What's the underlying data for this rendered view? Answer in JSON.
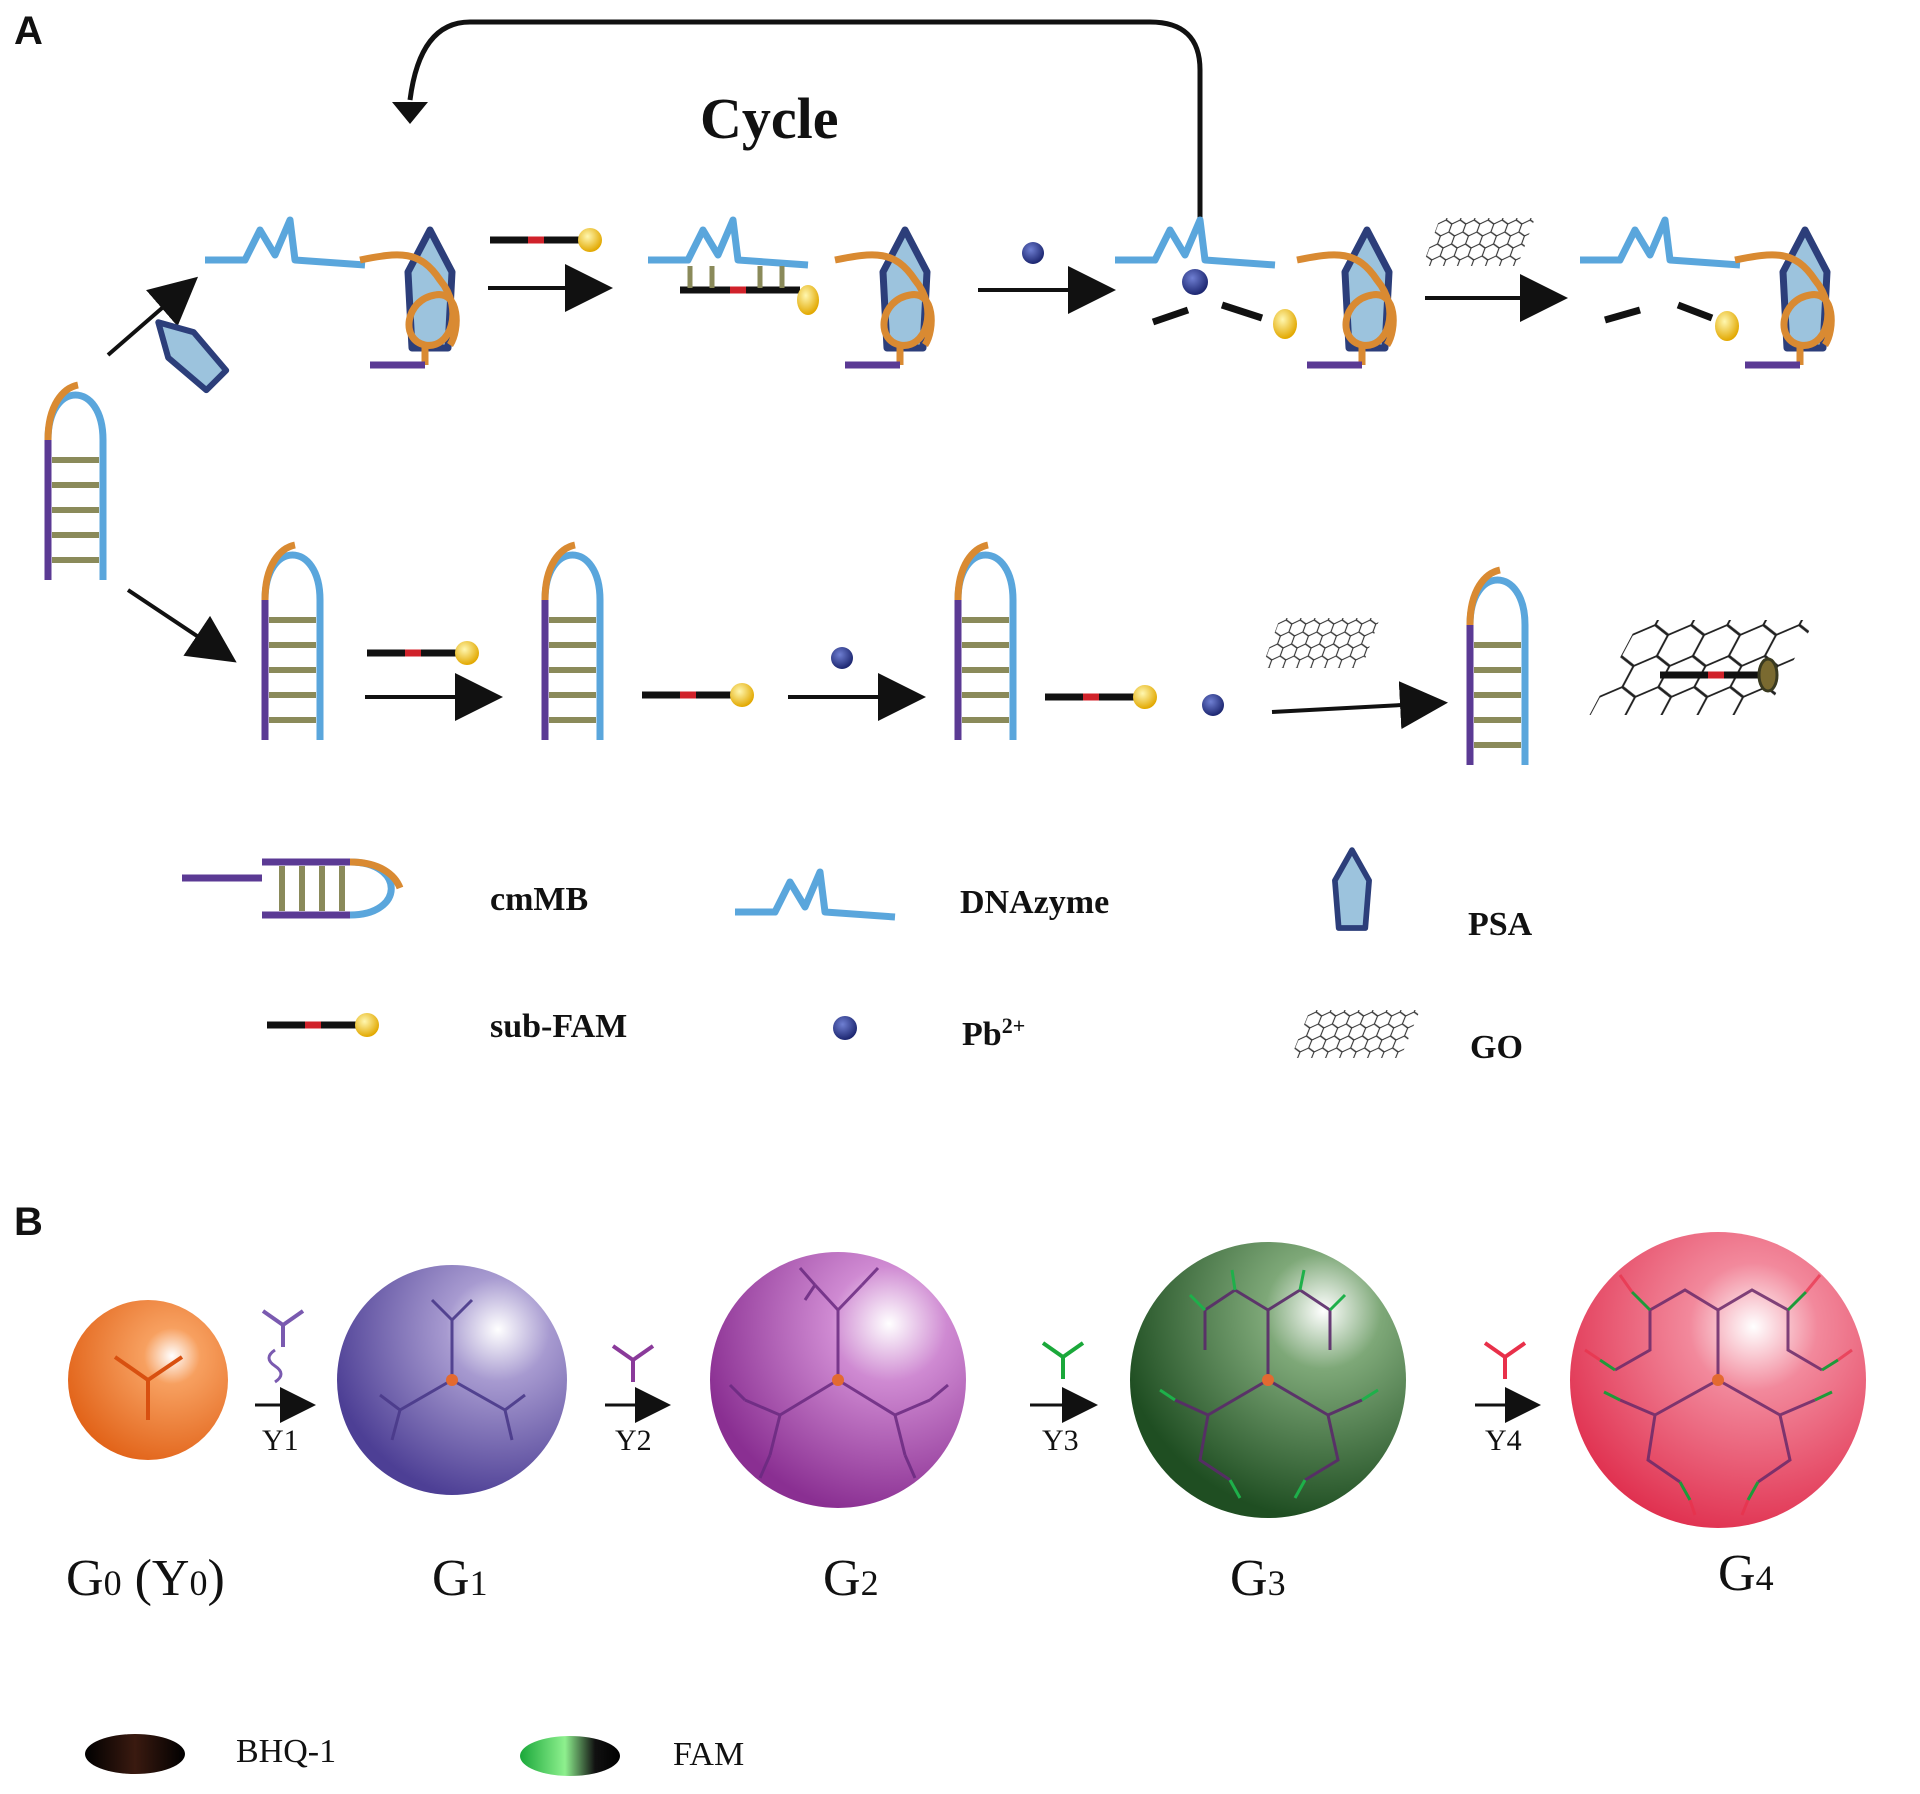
{
  "panels": {
    "a": "A",
    "b": "B"
  },
  "panel_a": {
    "cycle_label": "Cycle",
    "legend": {
      "cmmb": "cmMB",
      "dnazyme": "DNAzyme",
      "psa": "PSA",
      "sub_fam": "sub-FAM",
      "pb": "Pb",
      "pb_charge": "2+",
      "go": "GO"
    }
  },
  "panel_b": {
    "steps": [
      "Y1",
      "Y2",
      "Y3",
      "Y4"
    ],
    "generations": [
      {
        "main": "G",
        "sub": "0",
        "extra_open": " (Y",
        "extra_sub": "0",
        "extra_close": ")"
      },
      {
        "main": "G",
        "sub": "1"
      },
      {
        "main": "G",
        "sub": "2"
      },
      {
        "main": "G",
        "sub": "3"
      },
      {
        "main": "G",
        "sub": "4"
      }
    ],
    "legend": {
      "bhq": "BHQ-1",
      "fam": "FAM"
    }
  },
  "colors": {
    "dna_blue": "#5aa6dc",
    "dna_orange": "#d98a32",
    "dna_purple": "#5b3a94",
    "rung": "#8a8a5a",
    "psa_fill": "#9cc3dd",
    "psa_stroke": "#2c3e7a",
    "fam_yellow": "#f2c21a",
    "pb_blue": "#2b3a8f",
    "sphere_g0": "#ee7a2a",
    "sphere_g1": "#6a5aa6",
    "sphere_g2": "#a24aa8",
    "sphere_g3": "#2e6a32",
    "sphere_g4": "#e8395a"
  }
}
